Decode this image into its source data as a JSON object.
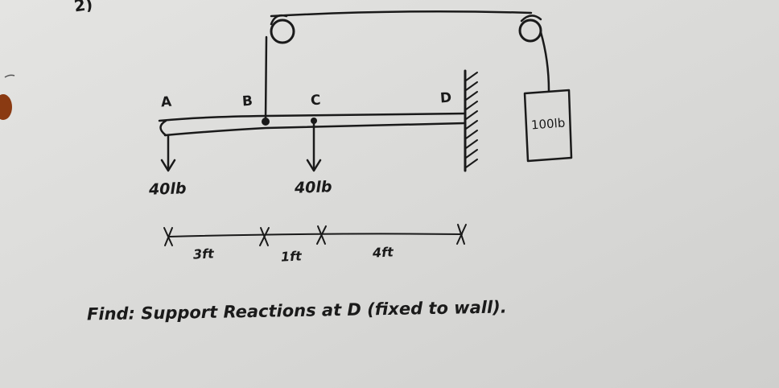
{
  "problem_number": "2)",
  "points": {
    "A": "A",
    "B": "B",
    "C": "C",
    "D": "D"
  },
  "loads": {
    "at_A": "40lb",
    "at_C": "40lb"
  },
  "weight_box": "100lb",
  "dimensions": [
    "3ft",
    "1ft",
    "4ft"
  ],
  "find_text": "Find: Support Reactions at D (fixed to wall).",
  "colors": {
    "paper": "#d9d9d7",
    "ink": "#1a1a1a",
    "clip": "#8a3a12"
  }
}
